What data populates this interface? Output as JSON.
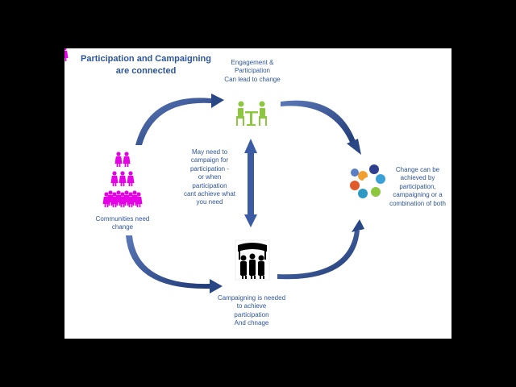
{
  "title": "Participation and Campaigning\nare connected",
  "nodes": {
    "engagement": {
      "label": "Engagement &\nParticipation\nCan lead to change",
      "icon": "meeting-people-icon",
      "color": "#8dc63f"
    },
    "campaign_note": {
      "label": "May need to\ncampaign for\nparticipation -\nor when\nparticipation\ncant achieve what\nyou need"
    },
    "communities": {
      "label": "Communities need\nchange",
      "icon": "people-pyramid-icon",
      "color": "#e600e6"
    },
    "change": {
      "label": "Change can be\nachieved  by\nparticipation,\ncampaigning or a\ncombination of both",
      "icon": "people-circle-icon"
    },
    "campaigning": {
      "label": "Campaigning is needed\nto achieve\nparticipation\nAnd chnage",
      "icon": "protest-crowd-icon",
      "color": "#000000"
    }
  },
  "colors": {
    "text": "#2e5597",
    "arrow": "#2f4f8f",
    "slide_bg": "#ffffff",
    "frame": "#000000"
  }
}
